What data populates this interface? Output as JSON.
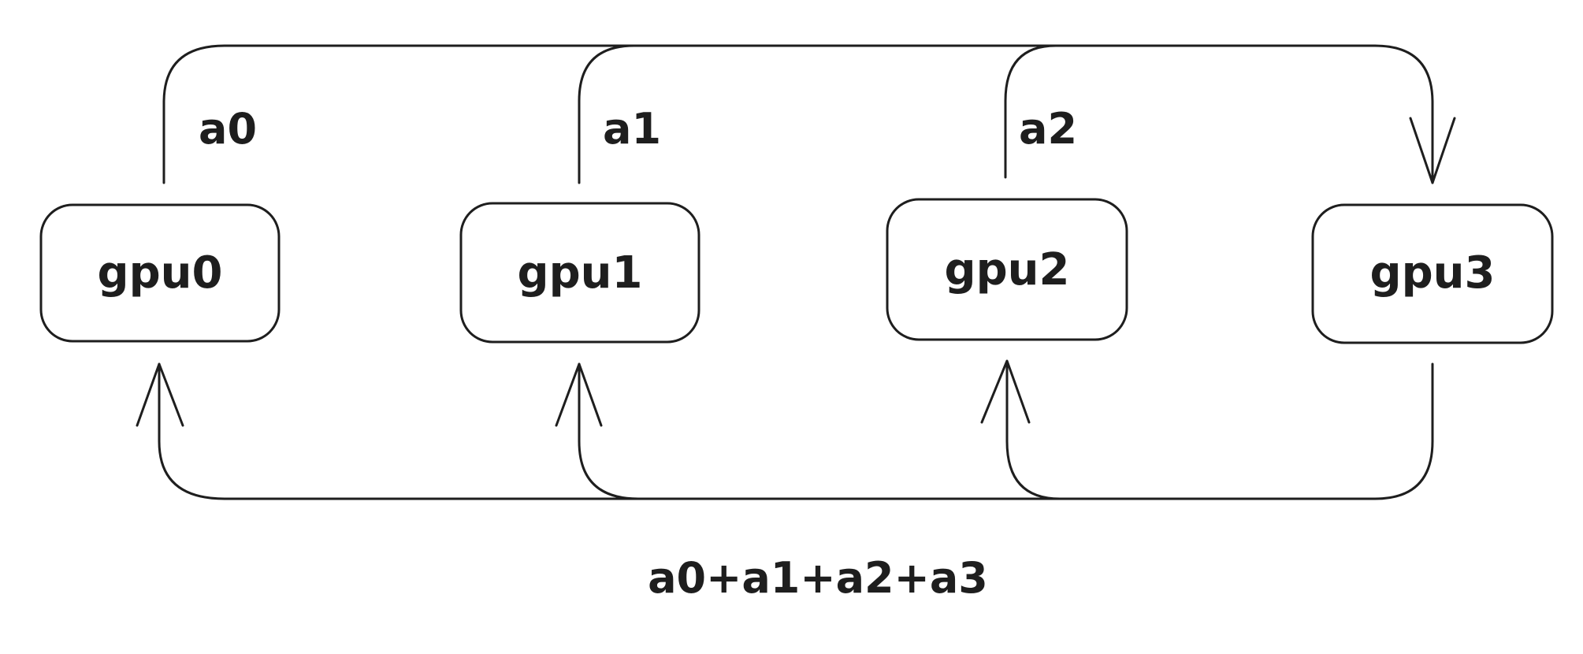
{
  "diagram": {
    "nodes": [
      {
        "id": "gpu0",
        "label": "gpu0"
      },
      {
        "id": "gpu1",
        "label": "gpu1"
      },
      {
        "id": "gpu2",
        "label": "gpu2"
      },
      {
        "id": "gpu3",
        "label": "gpu3"
      }
    ],
    "top_labels": [
      "a0",
      "a1",
      "a2"
    ],
    "bottom_label": "a0+a1+a2+a3",
    "edges": [
      {
        "from": "gpu0",
        "to": "gpu3",
        "label": "a0"
      },
      {
        "from": "gpu1",
        "to": "gpu3",
        "label": "a1"
      },
      {
        "from": "gpu2",
        "to": "gpu3",
        "label": "a2"
      },
      {
        "from": "gpu3",
        "to": "gpu0",
        "label": "a0+a1+a2+a3"
      },
      {
        "from": "gpu3",
        "to": "gpu1",
        "label": "a0+a1+a2+a3"
      },
      {
        "from": "gpu3",
        "to": "gpu2",
        "label": "a0+a1+a2+a3"
      }
    ],
    "stroke_color": "#1e1e1e",
    "background_color": "#ffffff"
  }
}
